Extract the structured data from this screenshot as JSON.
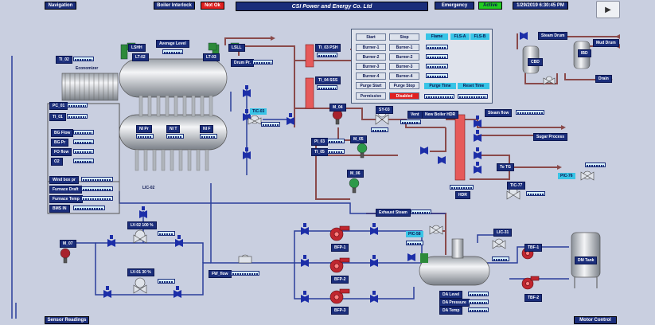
{
  "header": {
    "nav": "Navigation",
    "boiler_interlock": "Boiler Interlock",
    "not_ok": "Not Ok",
    "title": "CSI Power and Energy Co. Ltd",
    "emergency": "Emergency",
    "active": "Active",
    "datetime": "1/29/2019 6:30:45 PM",
    "next_icon": "play-arrow-icon"
  },
  "footer": {
    "sensor_readings": "Sensor Readings",
    "motor_control": "Motor Control"
  },
  "burner_panel": {
    "start": "Start",
    "stop": "Stop",
    "flame": "Flame",
    "fls_a": "FLS-A",
    "fls_b": "FLS-B",
    "burners": [
      "Burner-1",
      "Burner-2",
      "Burner-3",
      "Burner-4"
    ],
    "burner_stops": [
      "Burner-1",
      "Burner-2",
      "Burner-3",
      "Burner-4"
    ],
    "purge_start": "Purge Start",
    "purge_stop": "Purge Stop",
    "purge_time": "Purge Time",
    "reset_time": "Reset Time",
    "permissive": "Permissive",
    "disabled": "Disabled"
  },
  "labels": {
    "ti_02": "TI_02",
    "economizer": "Economizer",
    "pc_01": "PC_01",
    "ti_01": "TI_01",
    "bg_flow": "BG Flow",
    "bg_pr": "BG Pr",
    "fo_flow": "FO flow",
    "o2": "O2",
    "wind_box": "Wind box pr",
    "furnace_draft": "Furnace Draft",
    "furnace_temp": "Furnace Temp",
    "bms_in": "BMS IN",
    "lshh": "LSHH",
    "lt_02": "LT-02",
    "avg_level": "Average Level",
    "lt_03": "LT-03",
    "lsll": "LSLL",
    "drum_pr": "Drum Pr.",
    "ti_03_psh": "TI_03 PSH",
    "ti_04_sss": "TI_04 SSS",
    "m_04": "M_04",
    "tic_03": "TIC-03",
    "sy_03": "SY-03",
    "vent": "Vent",
    "new_boiler_hdr": "New Boiler HDR",
    "steam_flow": "Steam flow",
    "sugar_process": "Sugar Process",
    "to_tg": "To TG",
    "pic_76": "PIC-76",
    "tic_77": "TIC-77",
    "hdr": "HDR",
    "pi_03": "PI_03",
    "ti_05": "TI_05",
    "m_05": "M_05",
    "m_06": "M_06",
    "lic_02": "LIC-02",
    "m_07": "M_07",
    "lv_02": "LV-02 100 %",
    "lv_01": "LV-01 30 %",
    "fw_flow": "FW_flow",
    "bfp_1": "BFP-1",
    "bfp_2": "BFP-2",
    "bfp_3": "BFP-3",
    "exhaust_steam": "Exhaust Steam",
    "pic_58": "PIC-58",
    "lic_31": "LIC-31",
    "da_level": "DA Level",
    "da_pressure": "DA Pressure",
    "da_temp": "DA Temp",
    "tbf_1": "TBF-1",
    "tbf_2": "TBF-2",
    "dm_tank": "DM Tank",
    "steam_drum": "Steam Drum",
    "mud_drum": "Mud Drum",
    "cbd": "CBD",
    "ibd": "IBD",
    "drain": "Drain",
    "ni_pr": "NI Pr",
    "ni_t": "NI T",
    "ni_f": "NI F"
  },
  "colors": {
    "bg": "#c9cfe0",
    "label_bg": "#1a2d7a",
    "pipe": "#8a4a4a",
    "pipe_blue": "#2a3f9a",
    "not_ok": "#e02020",
    "active": "#22cc22",
    "valve": "#1c2ea8",
    "pump": "#c0262f"
  }
}
